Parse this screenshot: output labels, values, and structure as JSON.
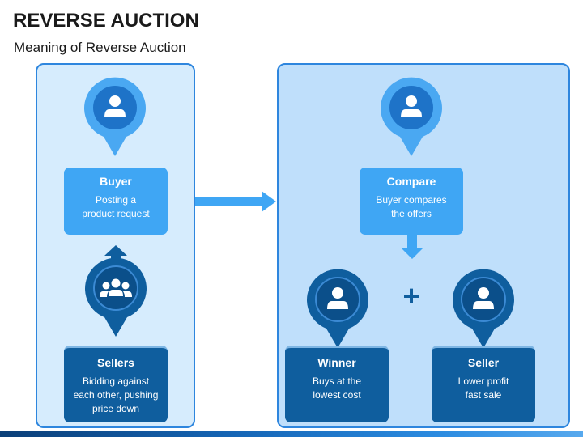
{
  "title": "REVERSE AUCTION",
  "subtitle": "Meaning of Reverse Auction",
  "colors": {
    "light_blue": "#3fa6f4",
    "mid_blue": "#2e86de",
    "dark_blue": "#0f5e9e",
    "panel_bg": "#d6ecfd"
  },
  "left": {
    "buyer": {
      "icon": "person-icon",
      "title": "Buyer",
      "text_lines": [
        "Posting a",
        "product request"
      ]
    },
    "sellers": {
      "icon": "group-icon",
      "title": "Sellers",
      "text_lines": [
        "Bidding against",
        "each other, pushing",
        "price down"
      ]
    }
  },
  "right": {
    "compare": {
      "icon": "person-icon",
      "title": "Compare",
      "text_lines": [
        "Buyer compares",
        "the offers"
      ]
    },
    "plus": "+",
    "winner": {
      "icon": "person-icon",
      "title": "Winner",
      "text_lines": [
        "Buys at the",
        "lowest cost"
      ]
    },
    "seller": {
      "icon": "person-icon",
      "title": "Seller",
      "text_lines": [
        "Lower profit",
        "fast sale"
      ]
    }
  }
}
